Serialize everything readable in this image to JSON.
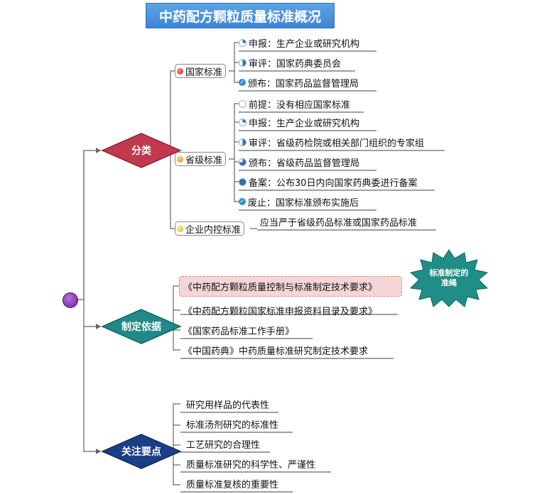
{
  "title": "中药配方颗粒质量标准概况",
  "branches": {
    "classification": {
      "label": "分类",
      "national": {
        "label": "国家标准",
        "items": [
          "申报：生产企业或研究机构",
          "审评：国家药典委员会",
          "颁布：国家药品监督管理局"
        ]
      },
      "provincial": {
        "label": "省级标准",
        "items": [
          "前提：没有相应国家标准",
          "申报：生产企业或研究机构",
          "审评：省级药检院或相关部门组织的专家组",
          "颁布：省级药品监督管理局",
          "备案：公布30日内向国家药典委进行备案",
          "废止：国家标准颁布实施后"
        ]
      },
      "enterprise": {
        "label": "企业内控标准",
        "note": "应当严于省级药品标准或国家药品标准"
      }
    },
    "basis": {
      "label": "制定依据",
      "items": [
        "《中药配方颗粒质量控制与标准制定技术要求》",
        "《中药配方颗粒国家标准申报资料目录及要求》",
        "《国家药品标准工作手册》",
        "《中国药典》中药质量标准研究制定技术要求"
      ],
      "callout": "标准制定的\n准绳"
    },
    "focus": {
      "label": "关注要点",
      "items": [
        "研究用样品的代表性",
        "标准汤剂研究的标准性",
        "工艺研究的合理性",
        "质量标准研究的科学性、严谨性",
        "质量标准复核的重要性"
      ]
    }
  },
  "colors": {
    "classification": "#c0394f",
    "basis": "#1f8a86",
    "focus": "#1a3f86",
    "root": "#7b2ea8",
    "title_bg": "#4a93de",
    "callout": "#1e8e86"
  }
}
